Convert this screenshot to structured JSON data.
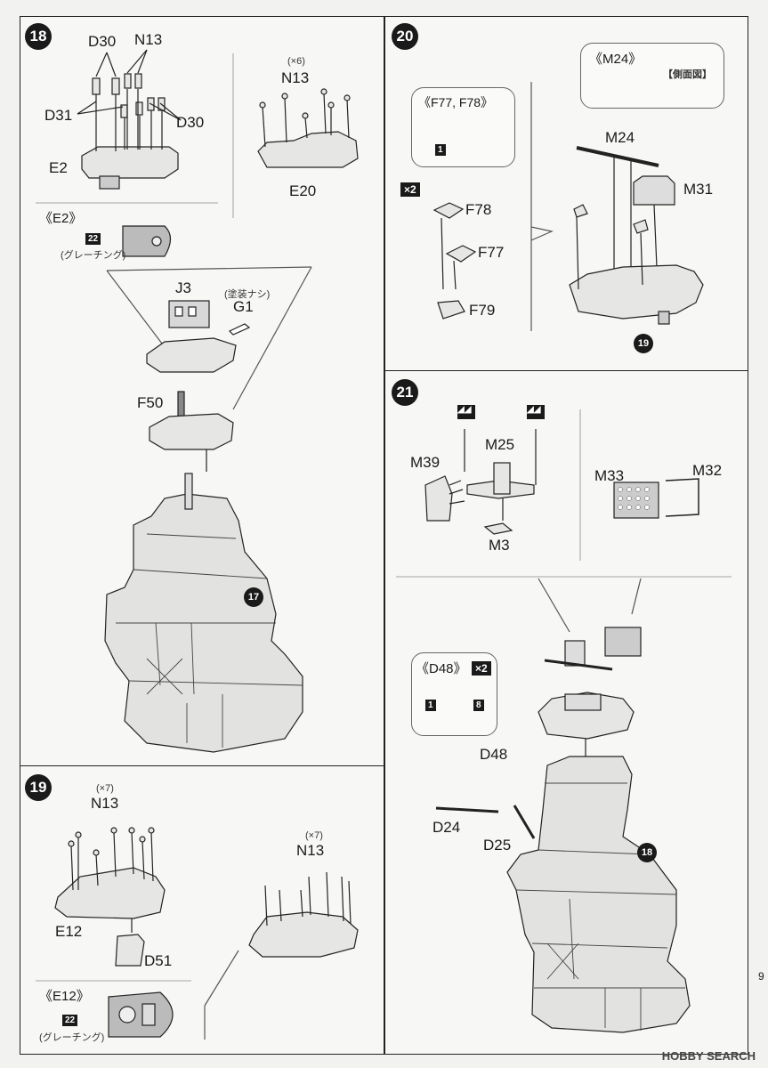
{
  "steps": {
    "s18": {
      "num": "18",
      "labels": {
        "d30a": "D30",
        "n13a": "N13",
        "d31": "D31",
        "d30b": "D30",
        "e2": "E2",
        "n13b": "N13",
        "x6": "(×6)",
        "e20": "E20",
        "e2ref": "《E2》",
        "grating": "(グレーチング)",
        "color22": "22",
        "j3": "J3",
        "nopaint": "(塗装ナシ)",
        "g1": "G1",
        "f50": "F50",
        "ref17": "17"
      }
    },
    "s19": {
      "num": "19",
      "labels": {
        "x7a": "(×7)",
        "n13a": "N13",
        "e12": "E12",
        "d51": "D51",
        "x7b": "(×7)",
        "n13b": "N13",
        "e12ref": "《E12》",
        "color22": "22",
        "grating": "(グレーチング)"
      }
    },
    "s20": {
      "num": "20",
      "labels": {
        "m24ref": "《M24》",
        "side": "【側面図】",
        "f77f78": "《F77, F78》",
        "color1": "1",
        "x2": "×2",
        "f78": "F78",
        "f77": "F77",
        "f79": "F79",
        "m24": "M24",
        "m31": "M31",
        "ref19": "19"
      }
    },
    "s21": {
      "num": "21",
      "labels": {
        "m39": "M39",
        "m25": "M25",
        "m3": "M3",
        "m33": "M33",
        "m32": "M32",
        "d48ref": "《D48》",
        "x2": "×2",
        "color1": "1",
        "color8": "8",
        "d48": "D48",
        "d24": "D24",
        "d25": "D25",
        "ref18": "18"
      }
    }
  },
  "page_number": "9",
  "watermark": "HOBBY SEARCH"
}
